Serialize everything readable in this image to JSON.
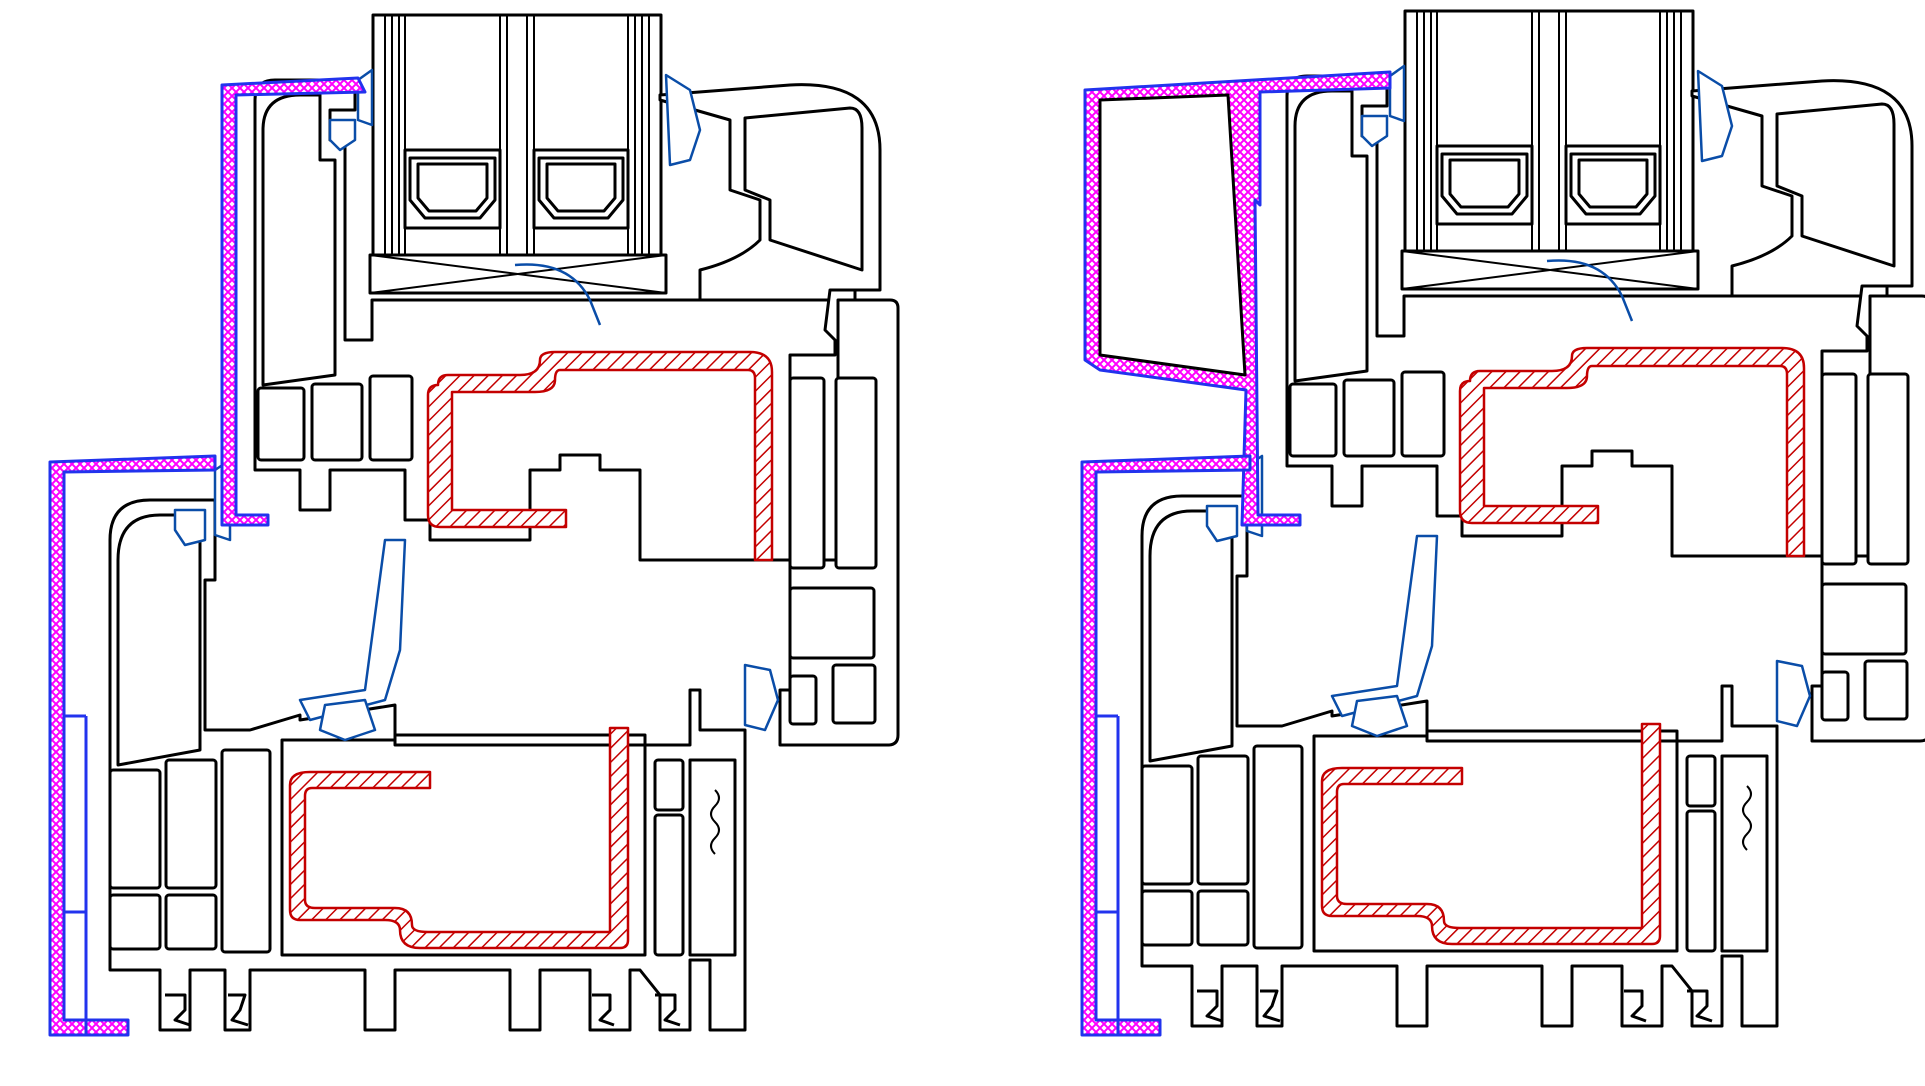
{
  "figure": {
    "views": [
      {
        "id": "left-section",
        "offset_hint": "left"
      },
      {
        "id": "right-section",
        "offset_hint": "right"
      }
    ],
    "colors": {
      "pvc_outline": "#000000",
      "gasket": "#0a4da8",
      "steel_reinforcement": "#c40000",
      "aluminium_cladding_hatch": "#ff00ff",
      "aluminium_cladding_outline": "#2233ee",
      "background": "#ffffff"
    },
    "components": [
      "triple-glazing-unit",
      "sash-profile",
      "frame-profile",
      "steel-reinforcement",
      "aluminium-cover-cladding",
      "seal-gaskets"
    ]
  }
}
